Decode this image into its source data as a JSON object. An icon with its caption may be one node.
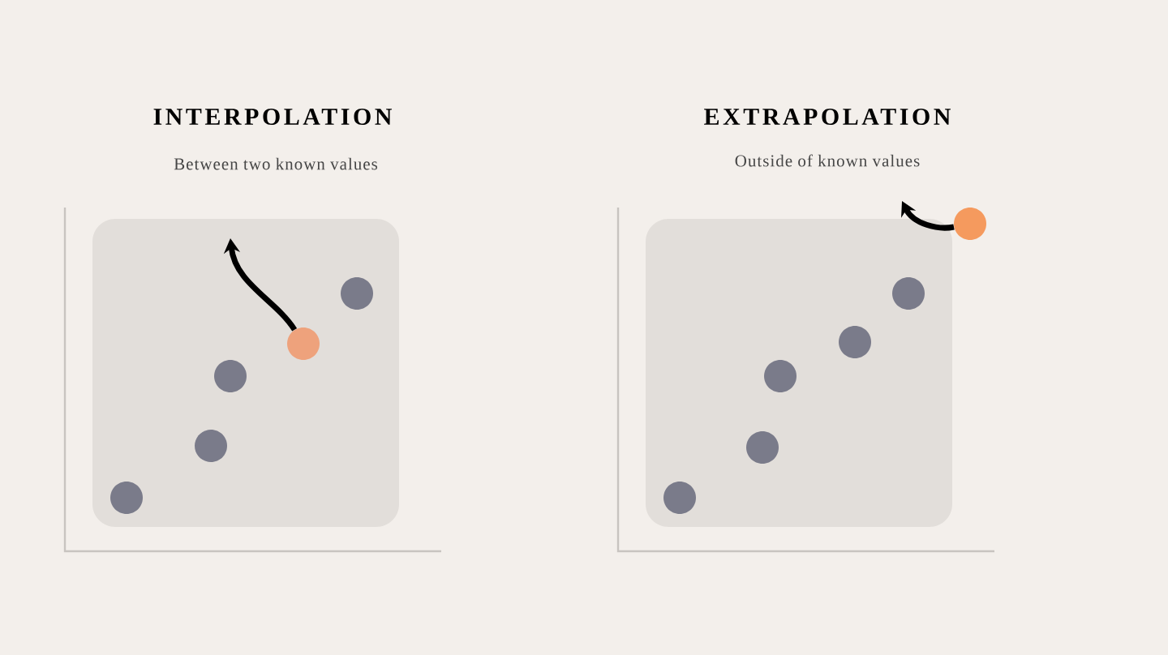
{
  "diagram": {
    "nodes": [
      {
        "text": [],
        "shape": "circle"
      },
      {
        "text": [],
        "shape": "circle"
      },
      {
        "text": [],
        "shape": "circle"
      },
      {
        "text": [],
        "shape": "circle"
      },
      {
        "text": [],
        "shape": "circle"
      },
      {
        "text": [],
        "shape": "circle"
      },
      {
        "text": [],
        "shape": "circle"
      },
      {
        "text": [],
        "shape": "circle"
      },
      {
        "text": [],
        "shape": "circle"
      },
      {
        "text": [],
        "shape": "circle"
      },
      {
        "text": [],
        "shape": "circle"
      }
    ],
    "edges": [
      {
        "from": 3,
        "to": null,
        "arrow": "to"
      },
      {
        "from": 10,
        "to": null,
        "arrow": "to"
      }
    ],
    "labels": [
      "INTERPOLATION",
      "Between two known values",
      "EXTRAPOLATION",
      "Outside of known values"
    ]
  }
}
